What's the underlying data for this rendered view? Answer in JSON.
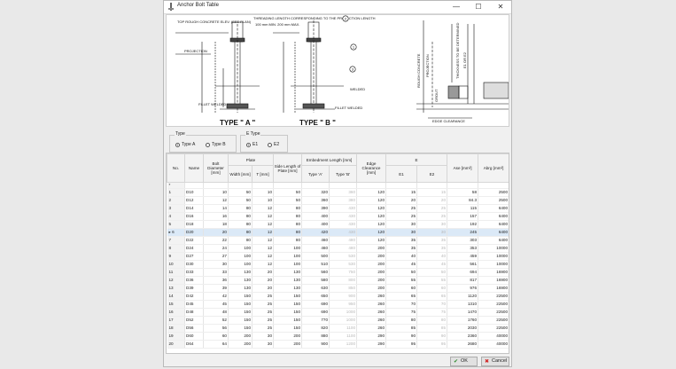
{
  "window": {
    "title": "Anchor Bolt Table",
    "minimize": "—",
    "maximize": "☐",
    "close": "✕"
  },
  "drawing": {
    "callouts": [
      "2",
      "1",
      "3"
    ],
    "labels": {
      "top_note": "TOP ROUGH CONCRETE ELEV. (SEE PLAN)",
      "threading_note": "THREADING LENGTH CORRESPONDING TO THE PROJECTION LENGTH",
      "threading_note2": "100 mm MIN. 200 mm MAX.",
      "projection": "PROJECTION",
      "welded": "WELDED",
      "fillet_welded": "FILLET WELDED",
      "type_a": "TYPE \" A \"",
      "type_b": "TYPE \" B \"",
      "rough_concrete": "ROUGH CONCRETE",
      "projection_v": "PROJECTION",
      "grout": "GROUT",
      "thickness_note": "THICKNESS TO BE DETERMINED",
      "e1_e2": "E1 OR E2",
      "edge_clearance": "EDGE CLEARANCE"
    }
  },
  "type_group": {
    "title": "Type",
    "options": [
      "Type A",
      "Type B"
    ],
    "selected": 0
  },
  "etype_group": {
    "title": "E Type",
    "options": [
      "E1",
      "E2"
    ],
    "selected": 0
  },
  "table": {
    "headers": {
      "no": "No.",
      "name": "Name",
      "bolt_diameter": "Bolt Diameter [mm]",
      "plate": "Plate",
      "plate_width": "Width [mm]",
      "plate_t": "T [mm]",
      "side_length": "Side Length of Plate [mm]",
      "embedment": "Embedment Length [mm]",
      "type_a": "Type 'A'",
      "type_b": "Type 'B'",
      "edge_clearance": "Edge Clearance [mm]",
      "e": "E",
      "e1": "E1",
      "e2": "E2",
      "ase": "Ase [mm²]",
      "abrg": "Abrg [mm²]"
    },
    "new_row_marker": "*",
    "selected_index": 5,
    "selected_marker": "▸",
    "rows": [
      [
        "1",
        "D10",
        "10",
        "50",
        "10",
        "50",
        "320",
        "360",
        "120",
        "15",
        "15",
        "58",
        "2500"
      ],
      [
        "2",
        "D12",
        "12",
        "50",
        "10",
        "50",
        "360",
        "380",
        "120",
        "20",
        "20",
        "84.3",
        "2500"
      ],
      [
        "3",
        "D14",
        "14",
        "80",
        "12",
        "80",
        "390",
        "430",
        "120",
        "25",
        "25",
        "115",
        "6400"
      ],
      [
        "4",
        "D16",
        "16",
        "80",
        "12",
        "80",
        "400",
        "430",
        "120",
        "25",
        "25",
        "157",
        "6400"
      ],
      [
        "5",
        "D18",
        "18",
        "80",
        "12",
        "80",
        "400",
        "430",
        "120",
        "30",
        "30",
        "192",
        "6400"
      ],
      [
        "6",
        "D20",
        "20",
        "80",
        "12",
        "80",
        "420",
        "430",
        "120",
        "30",
        "30",
        "245",
        "6400"
      ],
      [
        "7",
        "D22",
        "22",
        "80",
        "12",
        "80",
        "460",
        "480",
        "120",
        "35",
        "35",
        "303",
        "6400"
      ],
      [
        "8",
        "D24",
        "24",
        "100",
        "12",
        "100",
        "460",
        "480",
        "200",
        "35",
        "35",
        "353",
        "10000"
      ],
      [
        "9",
        "D27",
        "27",
        "100",
        "12",
        "100",
        "500",
        "530",
        "200",
        "40",
        "40",
        "459",
        "10000"
      ],
      [
        "10",
        "D30",
        "30",
        "100",
        "12",
        "100",
        "510",
        "530",
        "200",
        "45",
        "45",
        "561",
        "10000"
      ],
      [
        "11",
        "D33",
        "33",
        "130",
        "20",
        "130",
        "560",
        "750",
        "200",
        "50",
        "50",
        "694",
        "16900"
      ],
      [
        "12",
        "D36",
        "36",
        "130",
        "20",
        "130",
        "580",
        "800",
        "200",
        "55",
        "55",
        "817",
        "16900"
      ],
      [
        "13",
        "D39",
        "39",
        "130",
        "20",
        "130",
        "630",
        "850",
        "200",
        "60",
        "60",
        "976",
        "16900"
      ],
      [
        "14",
        "D42",
        "42",
        "150",
        "25",
        "150",
        "650",
        "900",
        "260",
        "65",
        "65",
        "1120",
        "22500"
      ],
      [
        "15",
        "D45",
        "45",
        "150",
        "25",
        "150",
        "690",
        "950",
        "260",
        "70",
        "70",
        "1310",
        "22500"
      ],
      [
        "16",
        "D48",
        "48",
        "150",
        "25",
        "150",
        "690",
        "1000",
        "260",
        "75",
        "75",
        "1470",
        "22500"
      ],
      [
        "17",
        "D52",
        "52",
        "150",
        "25",
        "150",
        "770",
        "1000",
        "260",
        "80",
        "80",
        "1760",
        "22500"
      ],
      [
        "18",
        "D56",
        "56",
        "150",
        "25",
        "150",
        "820",
        "1100",
        "260",
        "85",
        "85",
        "2030",
        "22500"
      ],
      [
        "19",
        "D60",
        "60",
        "200",
        "30",
        "200",
        "880",
        "1100",
        "290",
        "90",
        "90",
        "2360",
        "40000"
      ],
      [
        "20",
        "D64",
        "64",
        "200",
        "30",
        "200",
        "900",
        "1200",
        "290",
        "95",
        "95",
        "2680",
        "40000"
      ]
    ]
  },
  "buttons": {
    "ok": "OK",
    "cancel": "Cancel"
  },
  "colors": {
    "selected_row": "#dbe9f7",
    "ok_icon": "#2e8b2e",
    "cancel_icon": "#d02020"
  }
}
